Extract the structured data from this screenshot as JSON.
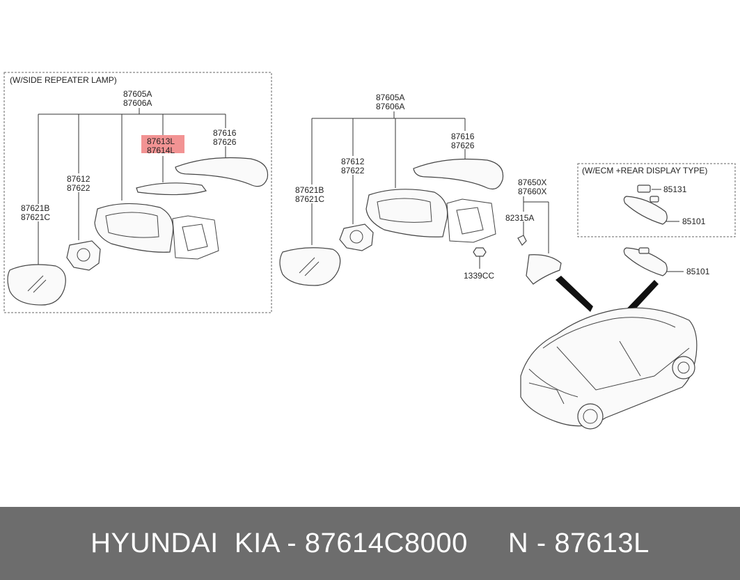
{
  "boxes": {
    "left_title": "(W/SIDE REPEATER LAMP)",
    "right_title": "(W/ECM +REAR DISPLAY TYPE)"
  },
  "left_labels": {
    "assy_a": "87605A",
    "assy_b": "87606A",
    "cover_a": "87616",
    "cover_b": "87626",
    "lamp_a": "87613L",
    "lamp_b": "87614L",
    "actuator_a": "87612",
    "actuator_b": "87622",
    "glass_a": "87621B",
    "glass_b": "87621C"
  },
  "center_labels": {
    "assy_a": "87605A",
    "assy_b": "87606A",
    "cover_a": "87616",
    "cover_b": "87626",
    "actuator_a": "87612",
    "actuator_b": "87622",
    "glass_a": "87621B",
    "glass_b": "87621C",
    "nut": "1339CC",
    "trim_a": "87650X",
    "trim_b": "87660X",
    "clip": "82315A"
  },
  "inner_mirror_labels": {
    "sensor": "85131",
    "mirror_ecm": "85101",
    "mirror_std": "85101"
  },
  "highlight_color": "#f08080",
  "footer": {
    "text": "HYUNDAI  KIA - 87614C8000     N - 87613L"
  }
}
